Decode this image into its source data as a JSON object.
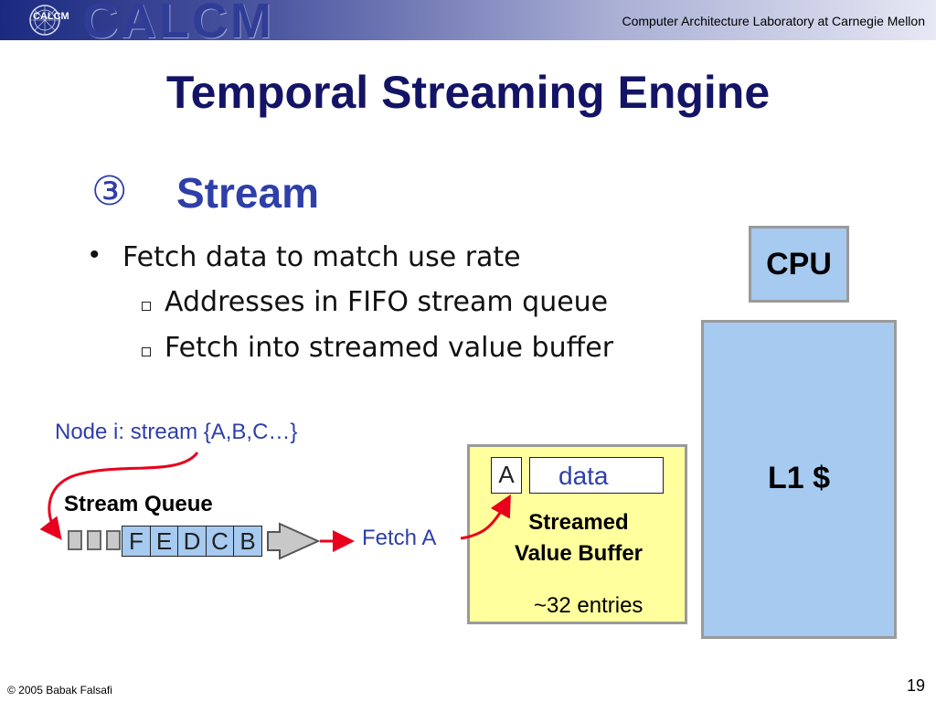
{
  "header": {
    "logo_small": "CALCM",
    "logo_big": "CALCM",
    "lab_name": "Computer Architecture Laboratory at Carnegie Mellon"
  },
  "slide": {
    "title": "Temporal Streaming Engine",
    "section_number": "③",
    "section_title": "Stream",
    "bullets": [
      {
        "text": "Fetch data to match use rate"
      },
      {
        "text": "Addresses in FIFO stream queue"
      },
      {
        "text": "Fetch into streamed value buffer"
      }
    ]
  },
  "diagram": {
    "cpu_label": "CPU",
    "l1_label": "L1 $",
    "node_label": "Node i: stream {A,B,C…}",
    "queue_label": "Stream Queue",
    "queue_cells": [
      "F",
      "E",
      "D",
      "C",
      "B"
    ],
    "fetch_label": "Fetch A",
    "svb": {
      "address": "A",
      "data": "data",
      "name_line1": "Streamed",
      "name_line2": "Value Buffer",
      "entries": "~32 entries"
    },
    "colors": {
      "arrow": "#e8001c",
      "box_blue": "#a6caf0",
      "box_yellow": "#ffff9e",
      "text_blue": "#2e3fa8"
    }
  },
  "footer": {
    "copyright": "© 2005 Babak Falsafi",
    "page_number": "19"
  }
}
